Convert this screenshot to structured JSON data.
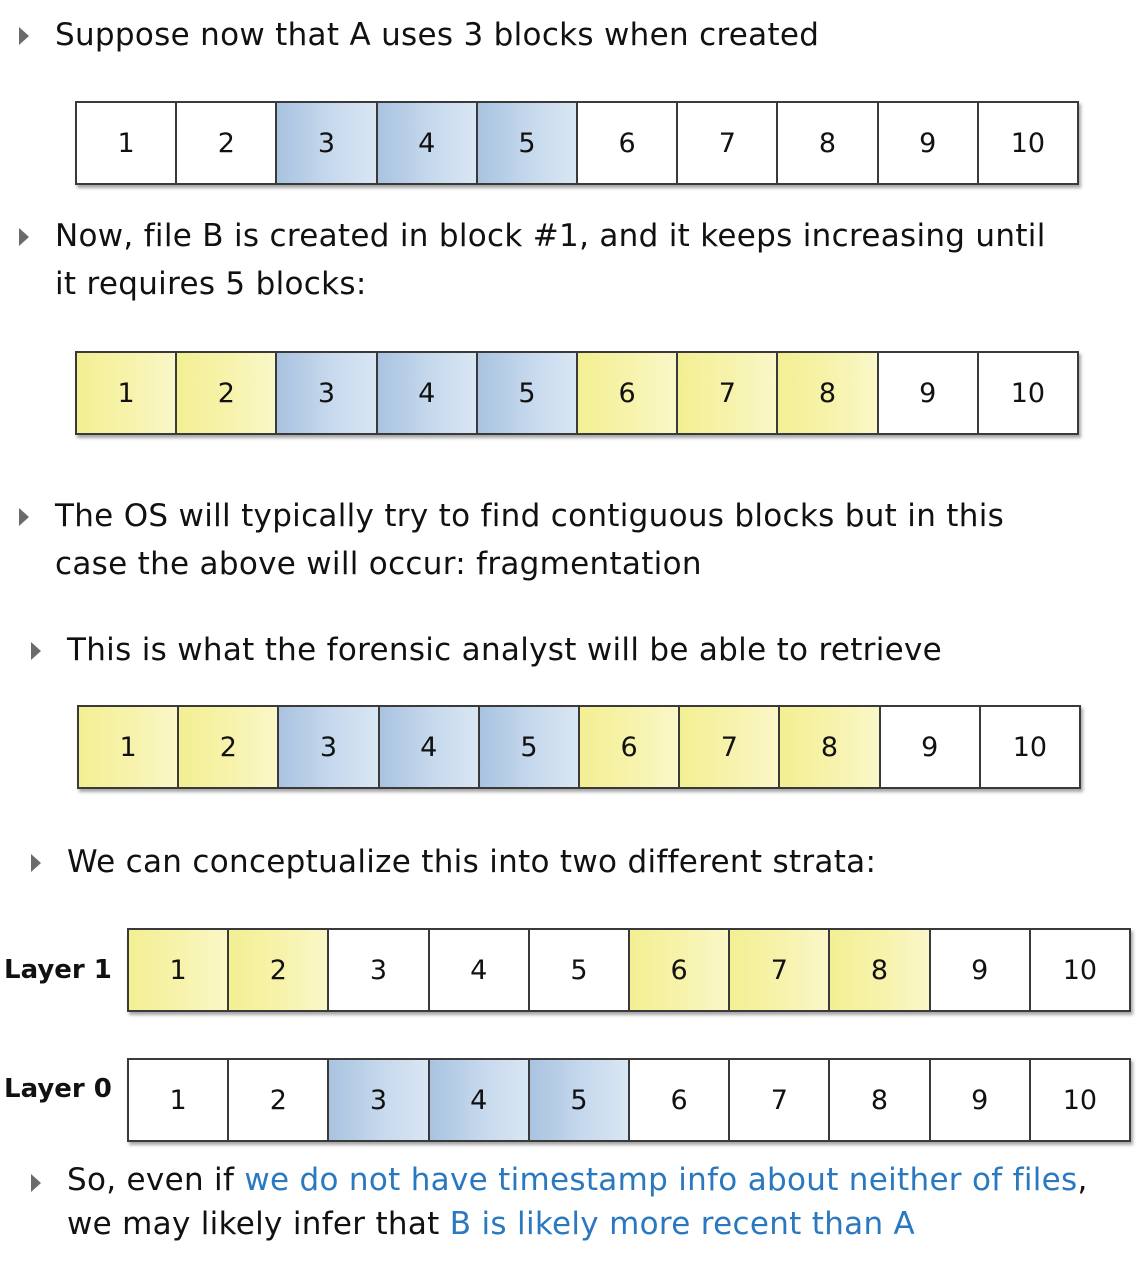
{
  "bullets": {
    "b1": {
      "text": "Suppose now that A uses 3 blocks when created"
    },
    "b2": {
      "line1": "Now, file B is created in block #1, and it keeps increasing until",
      "line2": "it requires 5 blocks:"
    },
    "b3": {
      "line1": "The OS will typically try to find contiguous blocks but in this",
      "line2": "case the above will occur: fragmentation"
    },
    "b4": {
      "text": "This is what the forensic analyst will be able to retrieve"
    },
    "b5": {
      "text": "We can conceptualize this into two different strata:"
    },
    "b6": {
      "l1_a": "So, even if ",
      "l1_b": "we do not have timestamp info about neither of files",
      "l1_c": ",",
      "l2_a": "we may likely infer that ",
      "l2_b": "B is likely more recent than A"
    }
  },
  "layers": {
    "layer1": "Layer 1",
    "layer0": "Layer 0"
  },
  "colors": {
    "file_a": "#c7d9ed",
    "file_b": "#f7f3ad",
    "free": "#ffffff",
    "highlight_text": "#2a78c0"
  },
  "strips": {
    "s1": {
      "labels": [
        "1",
        "2",
        "3",
        "4",
        "5",
        "6",
        "7",
        "8",
        "9",
        "10"
      ],
      "fills": [
        "white",
        "white",
        "blue",
        "blue",
        "blue",
        "white",
        "white",
        "white",
        "white",
        "white"
      ]
    },
    "s2": {
      "labels": [
        "1",
        "2",
        "3",
        "4",
        "5",
        "6",
        "7",
        "8",
        "9",
        "10"
      ],
      "fills": [
        "yellow",
        "yellow",
        "blue",
        "blue",
        "blue",
        "yellow",
        "yellow",
        "yellow",
        "white",
        "white"
      ]
    },
    "s3": {
      "labels": [
        "1",
        "2",
        "3",
        "4",
        "5",
        "6",
        "7",
        "8",
        "9",
        "10"
      ],
      "fills": [
        "yellow",
        "yellow",
        "blue",
        "blue",
        "blue",
        "yellow",
        "yellow",
        "yellow",
        "white",
        "white"
      ]
    },
    "layer1": {
      "labels": [
        "1",
        "2",
        "3",
        "4",
        "5",
        "6",
        "7",
        "8",
        "9",
        "10"
      ],
      "fills": [
        "yellow",
        "yellow",
        "white",
        "white",
        "white",
        "yellow",
        "yellow",
        "yellow",
        "white",
        "white"
      ]
    },
    "layer0": {
      "labels": [
        "1",
        "2",
        "3",
        "4",
        "5",
        "6",
        "7",
        "8",
        "9",
        "10"
      ],
      "fills": [
        "white",
        "white",
        "blue",
        "blue",
        "blue",
        "white",
        "white",
        "white",
        "white",
        "white"
      ]
    }
  }
}
